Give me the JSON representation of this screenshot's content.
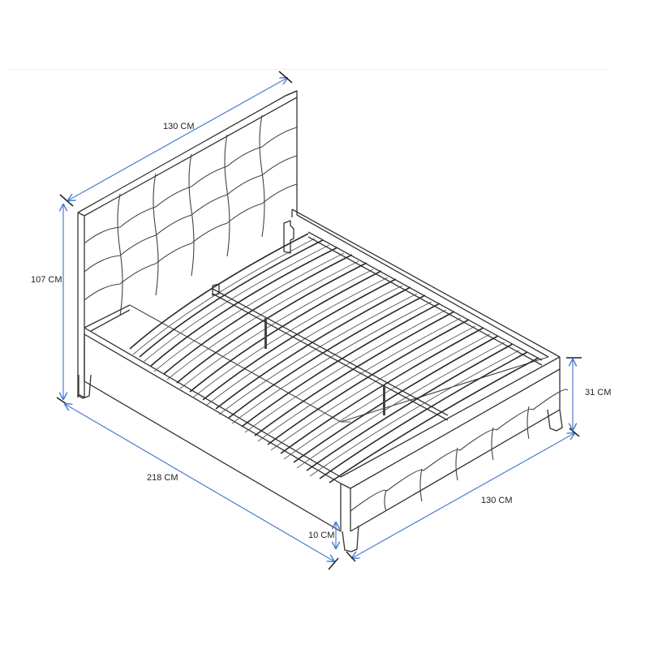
{
  "drawing": {
    "subject": "Upholstered bed frame with slatted base",
    "line_color": "#333333",
    "dimension_color": "#4a7bd0"
  },
  "dimensions": {
    "headboard_width": "130 CM",
    "headboard_height": "107 CM",
    "side_height": "31 CM",
    "leg_height": "10 CM",
    "length": "218 CM",
    "foot_width": "130 CM"
  }
}
